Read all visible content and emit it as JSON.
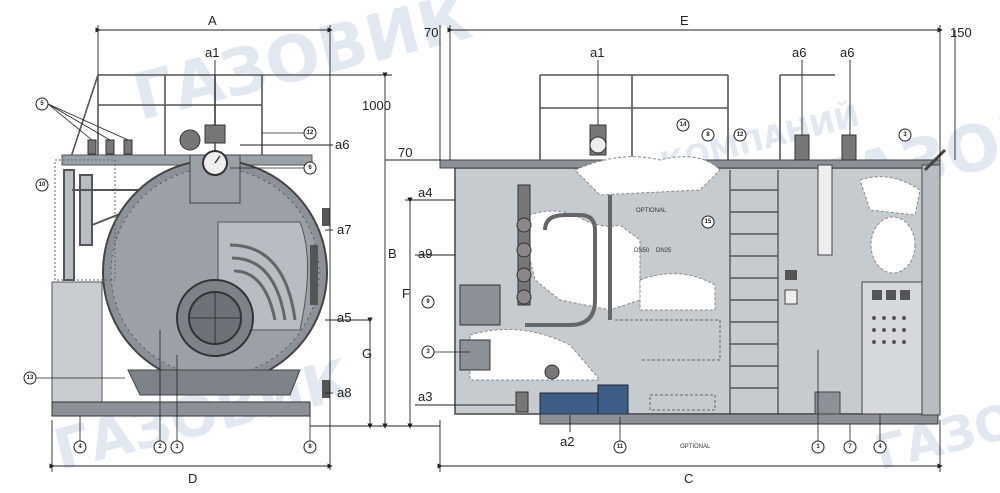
{
  "watermark": {
    "brand": "ГАЗОВИК",
    "subtitle": "ГРУППА КОМПАНИЙ"
  },
  "dimensions": {
    "front": {
      "A": "A",
      "D": "D",
      "B": "B",
      "G": "G",
      "a1": "a1",
      "a5": "a5",
      "a6": "a6",
      "a7": "a7",
      "a8": "a8"
    },
    "side": {
      "E": "E",
      "C": "C",
      "F": "F",
      "d70_top": "70",
      "d70_mid": "70",
      "d150": "150",
      "d1000": "1000",
      "a1": "a1",
      "a2": "a2",
      "a3": "a3",
      "a4": "a4",
      "a6_left": "a6",
      "a6_right": "a6",
      "a9": "a9"
    }
  },
  "annotations": {
    "optional_upper": "OPTIONAL",
    "dn50": "DN50",
    "dn25": "DN25",
    "optional_bottom": "OPTIONAL"
  },
  "callouts": {
    "front": {
      "c5": "5",
      "c10": "10",
      "c12": "12",
      "c6": "6",
      "c13": "13",
      "c4": "4",
      "c2": "2",
      "c1": "1",
      "c8": "8"
    },
    "side": {
      "c14": "14",
      "c8": "8",
      "c12": "12",
      "c3top": "3",
      "c15": "15",
      "c9": "9",
      "c3": "3",
      "c11": "11",
      "c1": "1",
      "c7": "7",
      "c4": "4"
    }
  }
}
